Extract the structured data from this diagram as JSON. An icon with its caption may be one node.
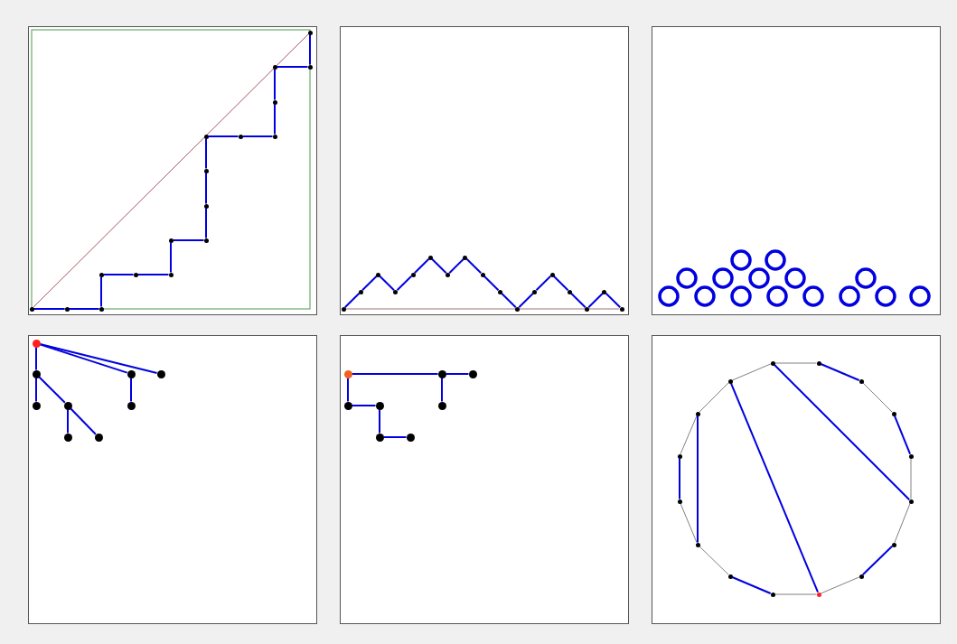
{
  "diagram": {
    "nodes": [
      {
        "text": [],
        "shape": "circle"
      },
      {
        "text": [],
        "shape": "circle"
      },
      {
        "text": [],
        "shape": "circle"
      },
      {
        "text": [],
        "shape": "circle"
      },
      {
        "text": [],
        "shape": "circle"
      },
      {
        "text": [],
        "shape": "circle"
      },
      {
        "text": [],
        "shape": "circle"
      },
      {
        "text": [],
        "shape": "circle"
      },
      {
        "text": [],
        "shape": "circle"
      },
      {
        "text": [],
        "shape": "circle"
      },
      {
        "text": [],
        "shape": "circle"
      },
      {
        "text": [],
        "shape": "circle"
      },
      {
        "text": [],
        "shape": "circle"
      },
      {
        "text": [],
        "shape": "circle"
      },
      {
        "text": [],
        "shape": "circle"
      },
      {
        "text": [],
        "shape": "circle"
      },
      {
        "text": [],
        "shape": "circle"
      },
      {
        "text": [],
        "shape": "circle"
      },
      {
        "text": [],
        "shape": "circle"
      },
      {
        "text": [],
        "shape": "circle"
      },
      {
        "text": [],
        "shape": "circle"
      },
      {
        "text": [],
        "shape": "circle"
      },
      {
        "text": [],
        "shape": "circle"
      },
      {
        "text": [],
        "shape": "circle"
      },
      {
        "text": [],
        "shape": "circle"
      },
      {
        "text": [],
        "shape": "circle"
      },
      {
        "text": [],
        "shape": "circle"
      },
      {
        "text": [],
        "shape": "circle"
      },
      {
        "text": [],
        "shape": "circle"
      },
      {
        "text": [],
        "shape": "circle"
      },
      {
        "text": [],
        "shape": "circle"
      },
      {
        "text": [],
        "shape": "circle"
      },
      {
        "text": [],
        "shape": "circle"
      },
      {
        "text": [],
        "shape": "circle"
      },
      {
        "text": [],
        "shape": "circle"
      },
      {
        "text": [],
        "shape": "circle"
      },
      {
        "text": [],
        "shape": "circle"
      },
      {
        "text": [],
        "shape": "circle"
      },
      {
        "text": [],
        "shape": "circle"
      },
      {
        "text": [],
        "shape": "circle"
      },
      {
        "text": [],
        "shape": "circle"
      },
      {
        "text": [],
        "shape": "circle"
      },
      {
        "text": [],
        "shape": "circle"
      },
      {
        "text": [],
        "shape": "circle"
      },
      {
        "text": [],
        "shape": "circle"
      },
      {
        "text": [],
        "shape": "circle"
      },
      {
        "text": [],
        "shape": "circle"
      },
      {
        "text": [],
        "shape": "circle"
      },
      {
        "text": [],
        "shape": "circle"
      },
      {
        "text": [],
        "shape": "circle"
      },
      {
        "text": [],
        "shape": "circle"
      },
      {
        "text": [],
        "shape": "circle"
      },
      {
        "text": [],
        "shape": "circle"
      },
      {
        "text": [],
        "shape": "circle"
      },
      {
        "text": [],
        "shape": "circle"
      },
      {
        "text": [],
        "shape": "circle"
      },
      {
        "text": [],
        "shape": "circle"
      },
      {
        "text": [],
        "shape": "circle"
      },
      {
        "text": [],
        "shape": "circle"
      },
      {
        "text": [],
        "shape": "circle"
      },
      {
        "text": [],
        "shape": "circle"
      },
      {
        "text": [],
        "shape": "circle"
      },
      {
        "text": [],
        "shape": "circle"
      },
      {
        "text": [],
        "shape": "circle"
      },
      {
        "text": [],
        "shape": "circle"
      },
      {
        "text": [],
        "shape": "circle"
      },
      {
        "text": [],
        "shape": "circle"
      }
    ],
    "edges": [
      {
        "from": 0,
        "to": 1,
        "arrow": "none"
      },
      {
        "from": 1,
        "to": 2,
        "arrow": "none"
      },
      {
        "from": 2,
        "to": 3,
        "arrow": "none"
      },
      {
        "from": 3,
        "to": 4,
        "arrow": "none"
      },
      {
        "from": 4,
        "to": 5,
        "arrow": "none"
      },
      {
        "from": 5,
        "to": 6,
        "arrow": "none"
      },
      {
        "from": 6,
        "to": 7,
        "arrow": "none"
      },
      {
        "from": 7,
        "to": 8,
        "arrow": "none"
      },
      {
        "from": 8,
        "to": 9,
        "arrow": "none"
      },
      {
        "from": 9,
        "to": 10,
        "arrow": "none"
      },
      {
        "from": 10,
        "to": 11,
        "arrow": "none"
      },
      {
        "from": 11,
        "to": 12,
        "arrow": "none"
      },
      {
        "from": 12,
        "to": 13,
        "arrow": "none"
      },
      {
        "from": 13,
        "to": 14,
        "arrow": "none"
      },
      {
        "from": 14,
        "to": 15,
        "arrow": "none"
      },
      {
        "from": 15,
        "to": 16,
        "arrow": "none"
      },
      {
        "from": 17,
        "to": 18,
        "arrow": "none"
      },
      {
        "from": 18,
        "to": 19,
        "arrow": "none"
      },
      {
        "from": 19,
        "to": 20,
        "arrow": "none"
      },
      {
        "from": 20,
        "to": 21,
        "arrow": "none"
      },
      {
        "from": 21,
        "to": 22,
        "arrow": "none"
      },
      {
        "from": 22,
        "to": 23,
        "arrow": "none"
      },
      {
        "from": 23,
        "to": 24,
        "arrow": "none"
      },
      {
        "from": 24,
        "to": 25,
        "arrow": "none"
      },
      {
        "from": 25,
        "to": 26,
        "arrow": "none"
      },
      {
        "from": 26,
        "to": 27,
        "arrow": "none"
      },
      {
        "from": 27,
        "to": 28,
        "arrow": "none"
      },
      {
        "from": 28,
        "to": 29,
        "arrow": "none"
      },
      {
        "from": 29,
        "to": 30,
        "arrow": "none"
      },
      {
        "from": 30,
        "to": 31,
        "arrow": "none"
      },
      {
        "from": 31,
        "to": 32,
        "arrow": "none"
      },
      {
        "from": 32,
        "to": 33,
        "arrow": "none"
      },
      {
        "from": 34,
        "to": 35,
        "arrow": "none"
      },
      {
        "from": 34,
        "to": 36,
        "arrow": "none"
      },
      {
        "from": 34,
        "to": 37,
        "arrow": "none"
      },
      {
        "from": 35,
        "to": 38,
        "arrow": "none"
      },
      {
        "from": 35,
        "to": 39,
        "arrow": "none"
      },
      {
        "from": 36,
        "to": 40,
        "arrow": "none"
      },
      {
        "from": 39,
        "to": 41,
        "arrow": "none"
      },
      {
        "from": 39,
        "to": 42,
        "arrow": "none"
      },
      {
        "from": 43,
        "to": 44,
        "arrow": "none"
      },
      {
        "from": 44,
        "to": 45,
        "arrow": "none"
      },
      {
        "from": 43,
        "to": 46,
        "arrow": "none"
      },
      {
        "from": 46,
        "to": 47,
        "arrow": "none"
      },
      {
        "from": 47,
        "to": 49,
        "arrow": "none"
      },
      {
        "from": 49,
        "to": 50,
        "arrow": "none"
      },
      {
        "from": 44,
        "to": 48,
        "arrow": "none"
      },
      {
        "from": 51,
        "to": 52,
        "arrow": "none",
        "color": "#808080"
      },
      {
        "from": 52,
        "to": 53,
        "arrow": "none"
      },
      {
        "from": 53,
        "to": 54,
        "arrow": "none",
        "color": "#808080"
      },
      {
        "from": 54,
        "to": 55,
        "arrow": "none"
      },
      {
        "from": 55,
        "to": 56,
        "arrow": "none",
        "color": "#808080"
      },
      {
        "from": 56,
        "to": 57,
        "arrow": "none",
        "color": "#808080"
      },
      {
        "from": 57,
        "to": 58,
        "arrow": "none"
      },
      {
        "from": 58,
        "to": 59,
        "arrow": "none",
        "color": "#808080"
      },
      {
        "from": 59,
        "to": 60,
        "arrow": "none",
        "color": "#808080"
      },
      {
        "from": 60,
        "to": 61,
        "arrow": "none"
      },
      {
        "from": 61,
        "to": 62,
        "arrow": "none",
        "color": "#808080"
      },
      {
        "from": 62,
        "to": 63,
        "arrow": "none",
        "color": "#808080"
      },
      {
        "from": 63,
        "to": 64,
        "arrow": "none"
      },
      {
        "from": 64,
        "to": 65,
        "arrow": "none",
        "color": "#808080"
      },
      {
        "from": 65,
        "to": 66,
        "arrow": "none",
        "color": "#808080"
      },
      {
        "from": 66,
        "to": 51,
        "arrow": "none",
        "color": "#808080"
      },
      {
        "from": 66,
        "to": 59,
        "arrow": "none"
      },
      {
        "from": 51,
        "to": 56,
        "arrow": "none"
      },
      {
        "from": 65,
        "to": 62,
        "arrow": "none"
      },
      {
        "from": 0,
        "to": 16,
        "arrow": "none",
        "color": "#b05060"
      },
      {
        "from": 17,
        "to": 33,
        "arrow": "none",
        "color": "#a07070"
      }
    ]
  }
}
